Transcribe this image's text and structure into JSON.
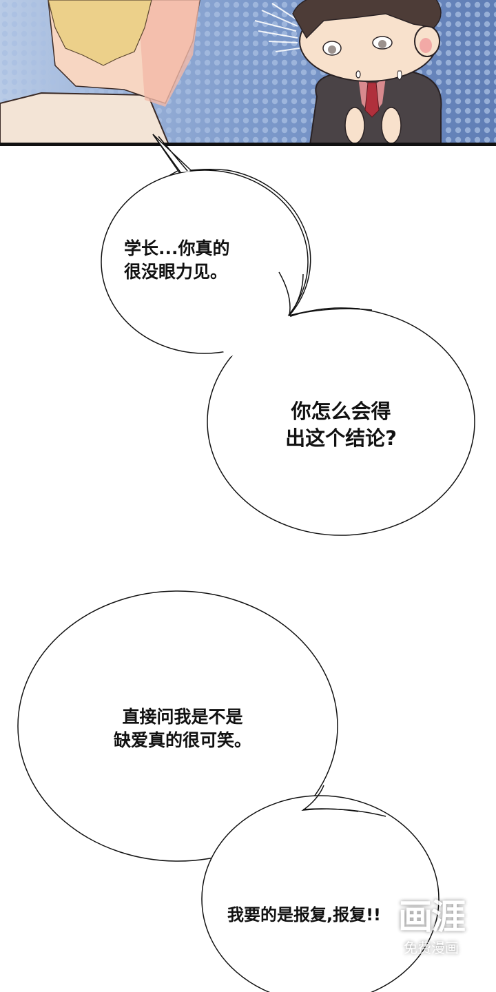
{
  "panel": {
    "description": "Manga panel: blond character seen from behind (left), chibi dark-haired character in suit with red tie looking surprised (right), blue halftone background",
    "colors": {
      "background": "#7d97c4",
      "halftone": "#a7bde0",
      "border": "#111111",
      "skin": "#f6dcc6",
      "hair_blond": "#ecd08a",
      "suit": "#4a4346",
      "tie": "#b0303c"
    }
  },
  "bubbles": [
    {
      "id": "bubble-1",
      "text": "学长...你真的\n很没眼力见。"
    },
    {
      "id": "bubble-2",
      "text": "你怎么会得\n出这个结论?"
    },
    {
      "id": "bubble-3",
      "text": "直接问我是不是\n缺爱真的很可笑。"
    },
    {
      "id": "bubble-4",
      "text": "我要的是报复,报复!!"
    }
  ],
  "watermark": {
    "logo": "画涯",
    "subtitle": "免费漫画"
  }
}
